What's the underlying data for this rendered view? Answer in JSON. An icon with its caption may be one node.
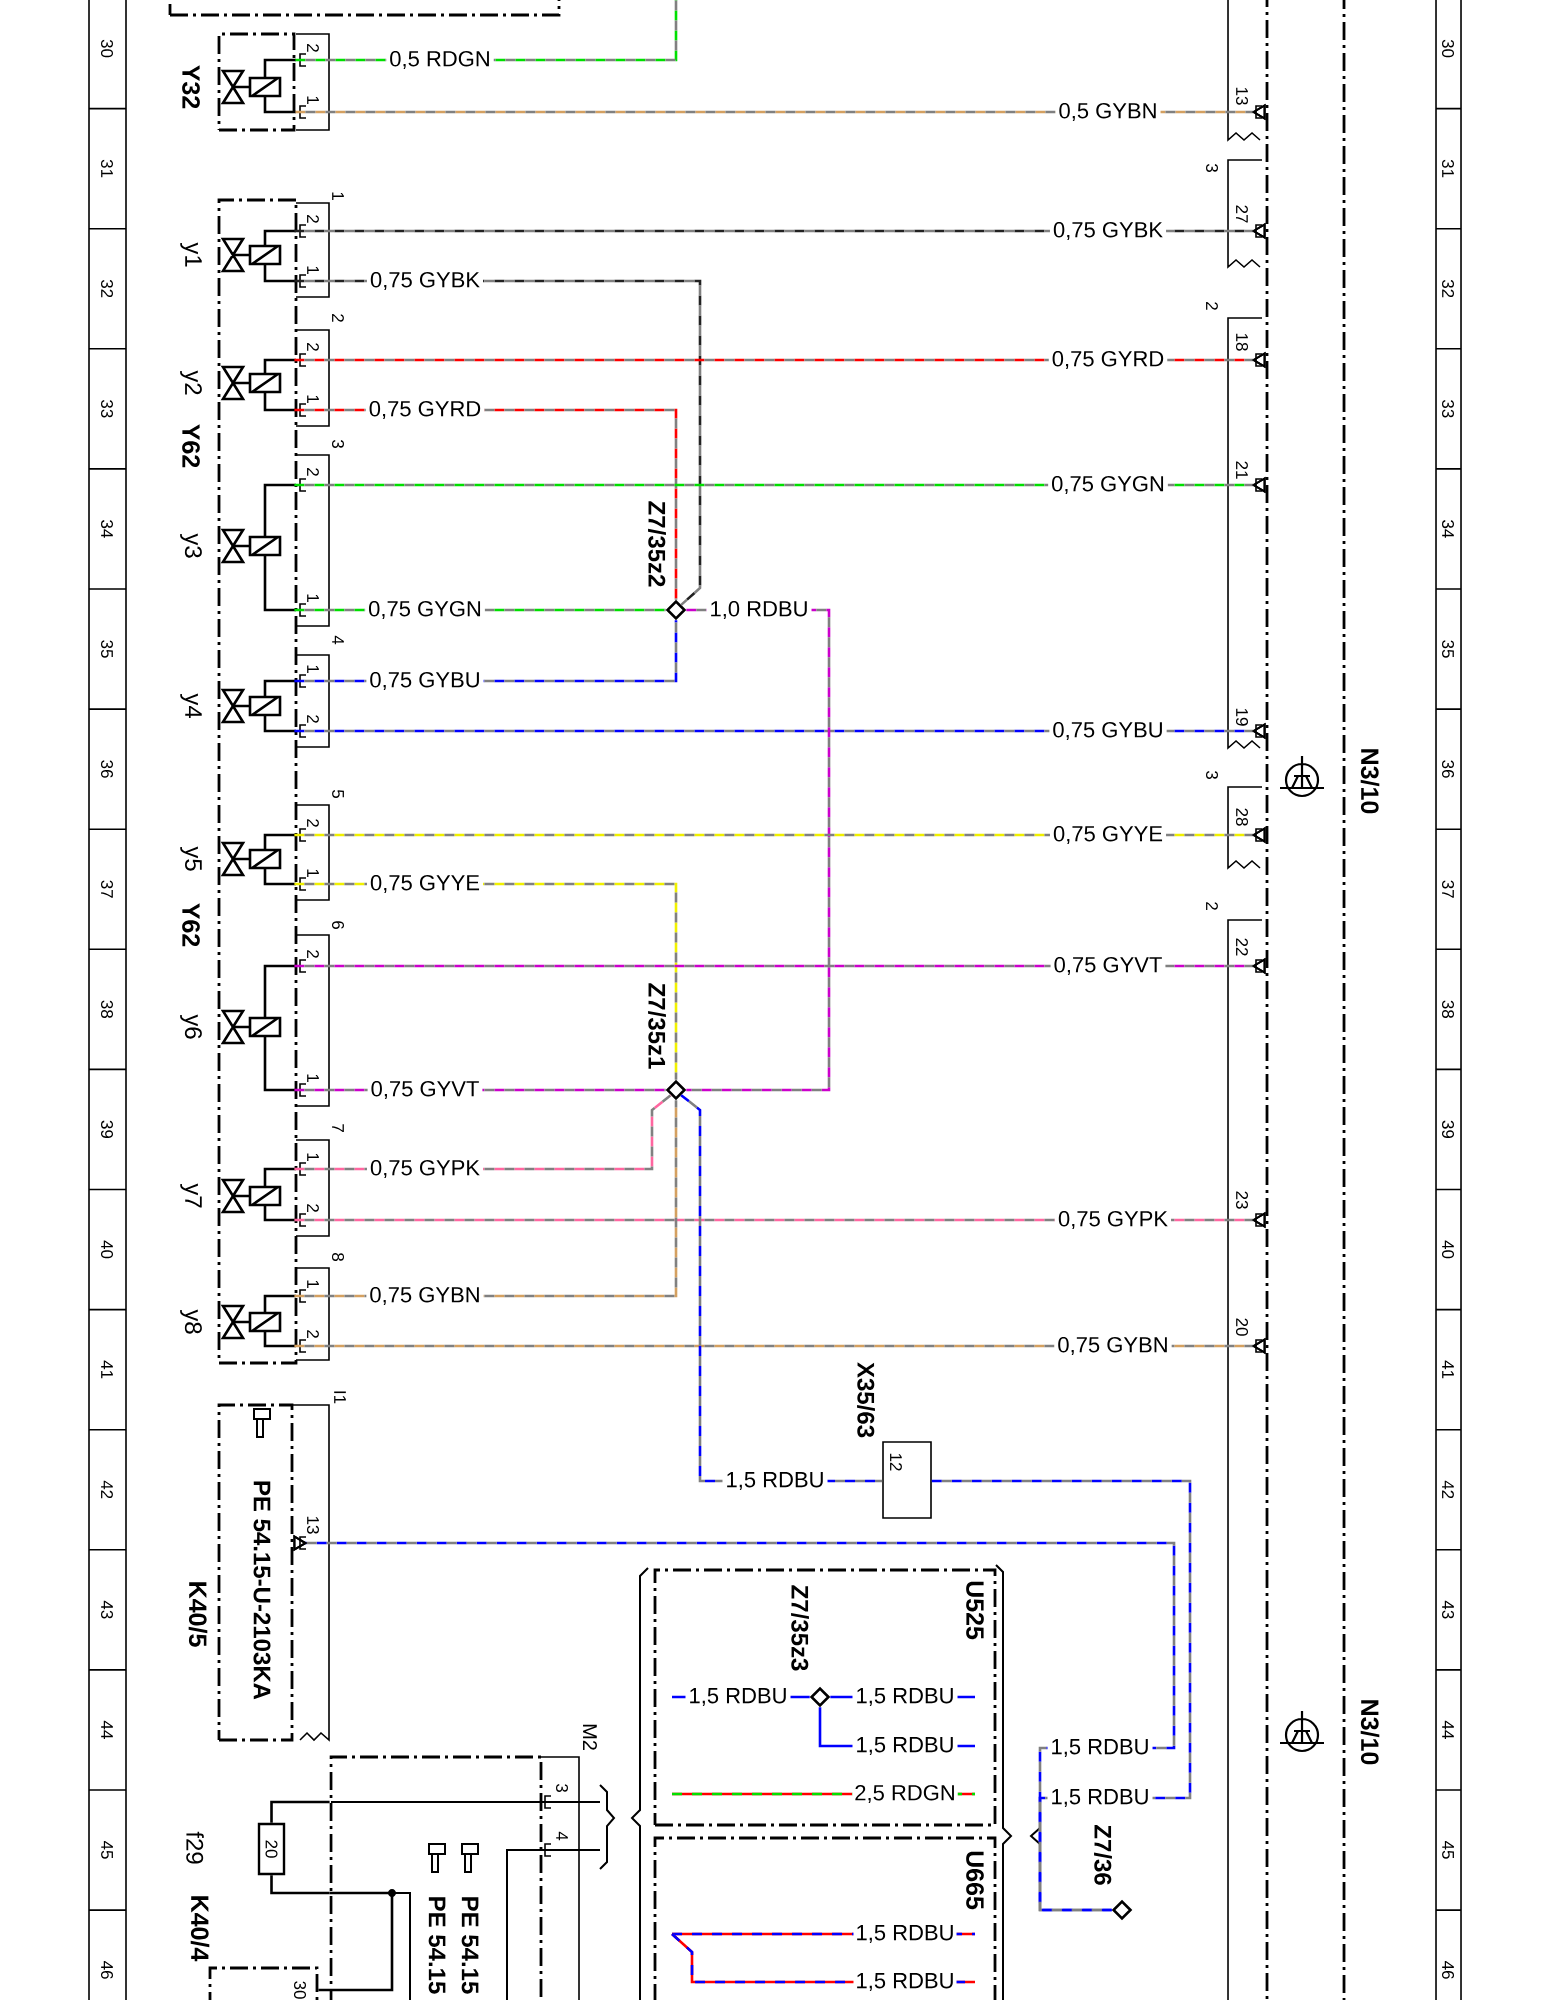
{
  "diagram": {
    "nodes": [
      {
        "text": [
          "Y32"
        ]
      },
      {
        "text": [
          "Y62",
          "Y62"
        ]
      },
      {
        "text": [
          "y1"
        ]
      },
      {
        "text": [
          "y2"
        ]
      },
      {
        "text": [
          "y3"
        ]
      },
      {
        "text": [
          "y4"
        ]
      },
      {
        "text": [
          "y5"
        ]
      },
      {
        "text": [
          "y6"
        ]
      },
      {
        "text": [
          "y7"
        ]
      },
      {
        "text": [
          "y8"
        ]
      },
      {
        "text": [
          "N3/10",
          "N3/10"
        ]
      },
      {
        "text": [
          "Z7/35z2"
        ]
      },
      {
        "text": [
          "Z7/35z1"
        ]
      },
      {
        "text": [
          "X35/63"
        ]
      },
      {
        "text": [
          "K40/5",
          "PE 54.15-U-2103KA"
        ]
      },
      {
        "text": [
          "U525"
        ]
      },
      {
        "text": [
          "Z7/35z3"
        ],
        "in": 15
      },
      {
        "text": [
          "U665"
        ]
      },
      {
        "text": [
          "Z7/36"
        ]
      },
      {
        "text": [
          "K40/4"
        ]
      },
      {
        "text": [
          "20"
        ],
        "beside": [
          "f29"
        ]
      },
      {
        "text": [
          "M2",
          "PE 54.15",
          "PE 54.15"
        ],
        "beside": [
          "3",
          "4"
        ]
      },
      {
        "text": [],
        "shape": "box"
      }
    ],
    "edges": [
      {
        "from": 0,
        "to": null,
        "arrow": "none",
        "label": "0,5 RDGN",
        "style": "dashed",
        "color": "#00e000"
      },
      {
        "from": 0,
        "to": 10,
        "arrow": "other",
        "label": "0,5 GYBN",
        "style": "dashed",
        "color": "#d4a060"
      },
      {
        "from": 2,
        "to": 10,
        "arrow": "other",
        "label": "0,75 GYBK",
        "style": "dashed",
        "color": "#222222"
      },
      {
        "from": 2,
        "to": 11,
        "arrow": "none",
        "label": "0,75 GYBK",
        "style": "dashed",
        "color": "#222222"
      },
      {
        "from": 3,
        "to": 10,
        "arrow": "other",
        "label": "0,75 GYRD",
        "style": "dashed",
        "color": "#ff0000"
      },
      {
        "from": 3,
        "to": 11,
        "arrow": "none",
        "label": "0,75 GYRD",
        "style": "dashed",
        "color": "#ff0000"
      },
      {
        "from": 4,
        "to": 10,
        "arrow": "other",
        "label": "0,75 GYGN",
        "style": "dashed",
        "color": "#00e000"
      },
      {
        "from": 4,
        "to": 11,
        "arrow": "none",
        "label": "0,75 GYGN",
        "style": "dashed",
        "color": "#00e000"
      },
      {
        "from": 5,
        "to": 11,
        "arrow": "none",
        "label": "0,75 GYBU",
        "style": "dashed",
        "color": "#0000ff"
      },
      {
        "from": 5,
        "to": 10,
        "arrow": "other",
        "label": "0,75 GYBU",
        "style": "dashed",
        "color": "#0000ff"
      },
      {
        "from": 11,
        "to": 12,
        "arrow": "none",
        "label": "1,0 RDBU",
        "style": "dashed",
        "color": "#cc00cc"
      },
      {
        "from": 6,
        "to": 10,
        "arrow": "other",
        "label": "0,75 GYYE",
        "style": "dashed",
        "color": "#f0f000"
      },
      {
        "from": 6,
        "to": 12,
        "arrow": "none",
        "label": "0,75 GYYE",
        "style": "dashed",
        "color": "#f0f000"
      },
      {
        "from": 7,
        "to": 10,
        "arrow": "other",
        "label": "0,75 GYVT",
        "style": "dashed",
        "color": "#cc00cc"
      },
      {
        "from": 7,
        "to": 12,
        "arrow": "none",
        "label": "0,75 GYVT",
        "style": "dashed",
        "color": "#cc00cc"
      },
      {
        "from": 8,
        "to": 12,
        "arrow": "none",
        "label": "0,75 GYPK",
        "style": "dashed",
        "color": "#ff66a0"
      },
      {
        "from": 8,
        "to": 10,
        "arrow": "other",
        "label": "0,75 GYPK",
        "style": "dashed",
        "color": "#ff66a0"
      },
      {
        "from": 9,
        "to": 12,
        "arrow": "none",
        "label": "0,75 GYBN",
        "style": "dashed",
        "color": "#d4a060"
      },
      {
        "from": 9,
        "to": 10,
        "arrow": "other",
        "label": "0,75 GYBN",
        "style": "dashed",
        "color": "#d4a060"
      },
      {
        "from": 12,
        "to": 13,
        "arrow": "none",
        "label": "1,5 RDBU",
        "style": "dashed",
        "color": "#0000ff"
      },
      {
        "from": 13,
        "to": 18,
        "arrow": "none",
        "label": "1,5 RDBU",
        "style": "dashed",
        "color": "#0000ff"
      },
      {
        "from": 18,
        "to": 14,
        "arrow": "other",
        "label": "1,5 RDBU",
        "style": "dashed",
        "color": "#0000ff"
      },
      {
        "from": null,
        "to": 16,
        "arrow": "none",
        "label": "1,5 RDBU",
        "color": "#0000ff"
      },
      {
        "from": 16,
        "to": null,
        "arrow": "none",
        "label": "1,5 RDBU",
        "color": "#0000ff"
      },
      {
        "from": 16,
        "to": null,
        "arrow": "none",
        "label": "1,5 RDBU",
        "color": "#0000ff"
      },
      {
        "from": 20,
        "to": 21,
        "arrow": "none",
        "color": "#000000"
      },
      {
        "from": 20,
        "to": 21,
        "arrow": "none",
        "color": "#000000"
      },
      {
        "from": 19,
        "to": 21,
        "arrow": "none",
        "color": "#000000"
      }
    ],
    "labels": [
      "2",
      "1",
      "1",
      "2",
      "1",
      "2",
      "2",
      "1",
      "3",
      "2",
      "1",
      "4",
      "1",
      "2",
      "5",
      "2",
      "1",
      "6",
      "2",
      "1",
      "7",
      "1",
      "2",
      "8",
      "1",
      "2",
      "13",
      "3",
      "27",
      "2",
      "18",
      "21",
      "19",
      "3",
      "28",
      "2",
      "22",
      "23",
      "20",
      "12",
      "I1",
      "13",
      "30",
      "2,5 RDGN",
      "1,5 RDBU",
      "1,5 RDBU",
      "30",
      "31",
      "32",
      "33",
      "34",
      "35",
      "36",
      "37",
      "38",
      "39",
      "40",
      "41",
      "42",
      "43",
      "44",
      "45",
      "46",
      "30",
      "31",
      "32",
      "33",
      "34",
      "35",
      "36",
      "37",
      "38",
      "39",
      "40",
      "41",
      "42",
      "43",
      "44",
      "45",
      "46"
    ]
  }
}
